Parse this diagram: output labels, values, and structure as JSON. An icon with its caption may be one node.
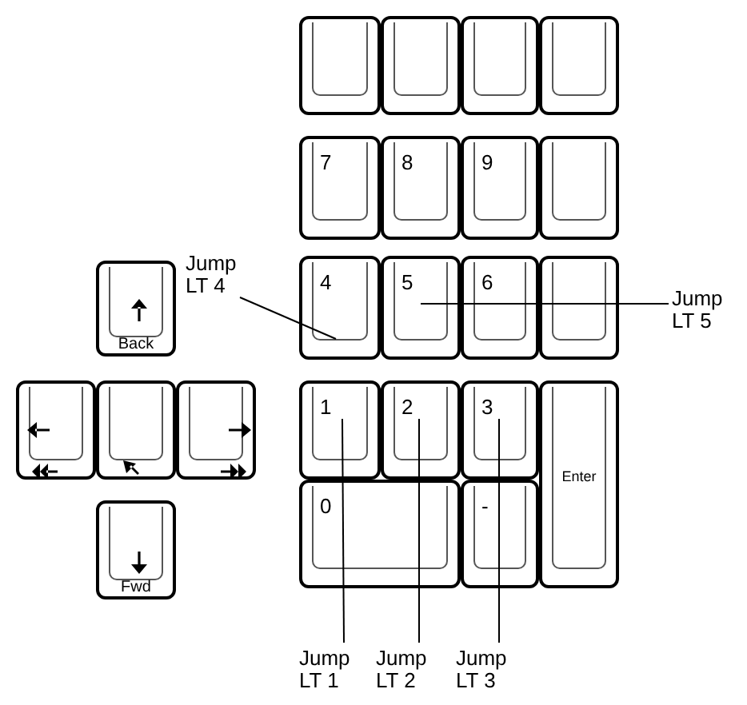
{
  "diagram": {
    "nodes": [
      {
        "text": [],
        "shape": "box"
      },
      {
        "text": [],
        "shape": "box"
      },
      {
        "text": [],
        "shape": "box"
      },
      {
        "text": [],
        "shape": "box"
      },
      {
        "text": [
          "7"
        ]
      },
      {
        "text": [
          "8"
        ]
      },
      {
        "text": [
          "9"
        ]
      },
      {
        "text": [],
        "shape": "box"
      },
      {
        "text": [
          "Jump LT 4"
        ]
      },
      {
        "text": [
          "4"
        ]
      },
      {
        "text": [
          "5"
        ]
      },
      {
        "text": [
          "6"
        ]
      },
      {
        "text": [],
        "shape": "box"
      },
      {
        "text": [
          "Jump LT 5"
        ]
      },
      {
        "text": [
          "Back"
        ]
      },
      {
        "text": [],
        "shape": "box"
      },
      {
        "text": [],
        "shape": "box"
      },
      {
        "text": [],
        "shape": "box"
      },
      {
        "text": [
          "1"
        ]
      },
      {
        "text": [
          "2"
        ]
      },
      {
        "text": [
          "3"
        ]
      },
      {
        "text": [
          "Enter"
        ]
      },
      {
        "text": [
          "0"
        ]
      },
      {
        "text": [
          "-"
        ]
      },
      {
        "text": [
          "Fwd"
        ]
      },
      {
        "text": [
          "Jump LT 1"
        ]
      },
      {
        "text": [
          "Jump LT 2"
        ]
      },
      {
        "text": [
          "Jump LT 3"
        ]
      }
    ],
    "edges": [
      {
        "from": 8,
        "to": 9,
        "arrow": "none"
      },
      {
        "from": 13,
        "to": 10,
        "arrow": "none"
      },
      {
        "from": 25,
        "to": 18,
        "arrow": "none"
      },
      {
        "from": 26,
        "to": 19,
        "arrow": "none"
      },
      {
        "from": 27,
        "to": 20,
        "arrow": "none"
      }
    ]
  }
}
